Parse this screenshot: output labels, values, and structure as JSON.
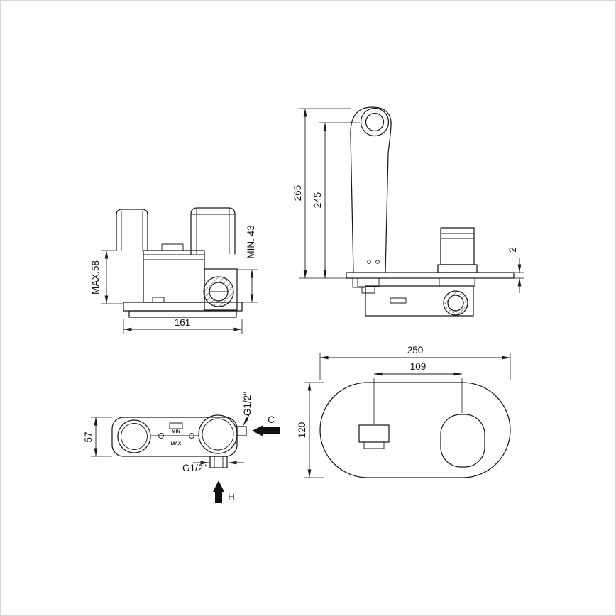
{
  "drawing": {
    "background": "#ffffff",
    "line_color": "#1a1a1a",
    "views": {
      "valve_side": {
        "dim_depth_max": "MAX.58",
        "dim_depth_min": "MIN. 43",
        "dim_width": "161"
      },
      "spout_side": {
        "dim_height_total": "265",
        "dim_height_spout": "245",
        "dim_plate_thickness": "2"
      },
      "valve_back": {
        "dim_height": "57",
        "thread_side": "G1/2\"",
        "thread_bottom": "G1/2\"",
        "cold_label": "C",
        "hot_label": "H",
        "cartridge_min": "MIN",
        "cartridge_max": "MAX"
      },
      "plate_front": {
        "dim_width": "250",
        "dim_spacing": "109",
        "dim_height": "120"
      }
    }
  }
}
